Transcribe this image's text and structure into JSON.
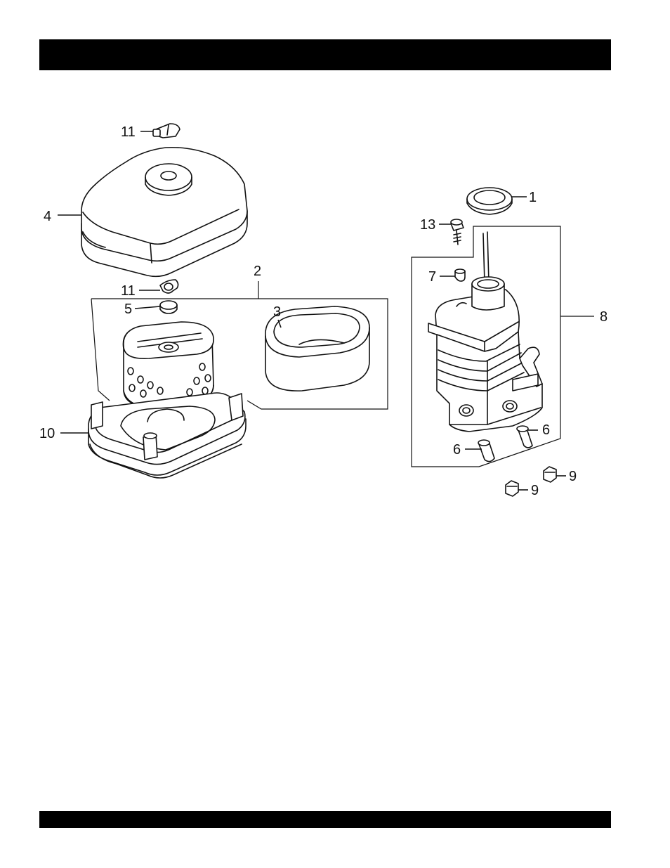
{
  "callouts": {
    "c1": "1",
    "c2": "2",
    "c3": "3",
    "c4": "4",
    "c5": "5",
    "c6a": "6",
    "c6b": "6",
    "c7": "7",
    "c8": "8",
    "c9a": "9",
    "c9b": "9",
    "c10": "10",
    "c11a": "11",
    "c11b": "11",
    "c13": "13"
  }
}
